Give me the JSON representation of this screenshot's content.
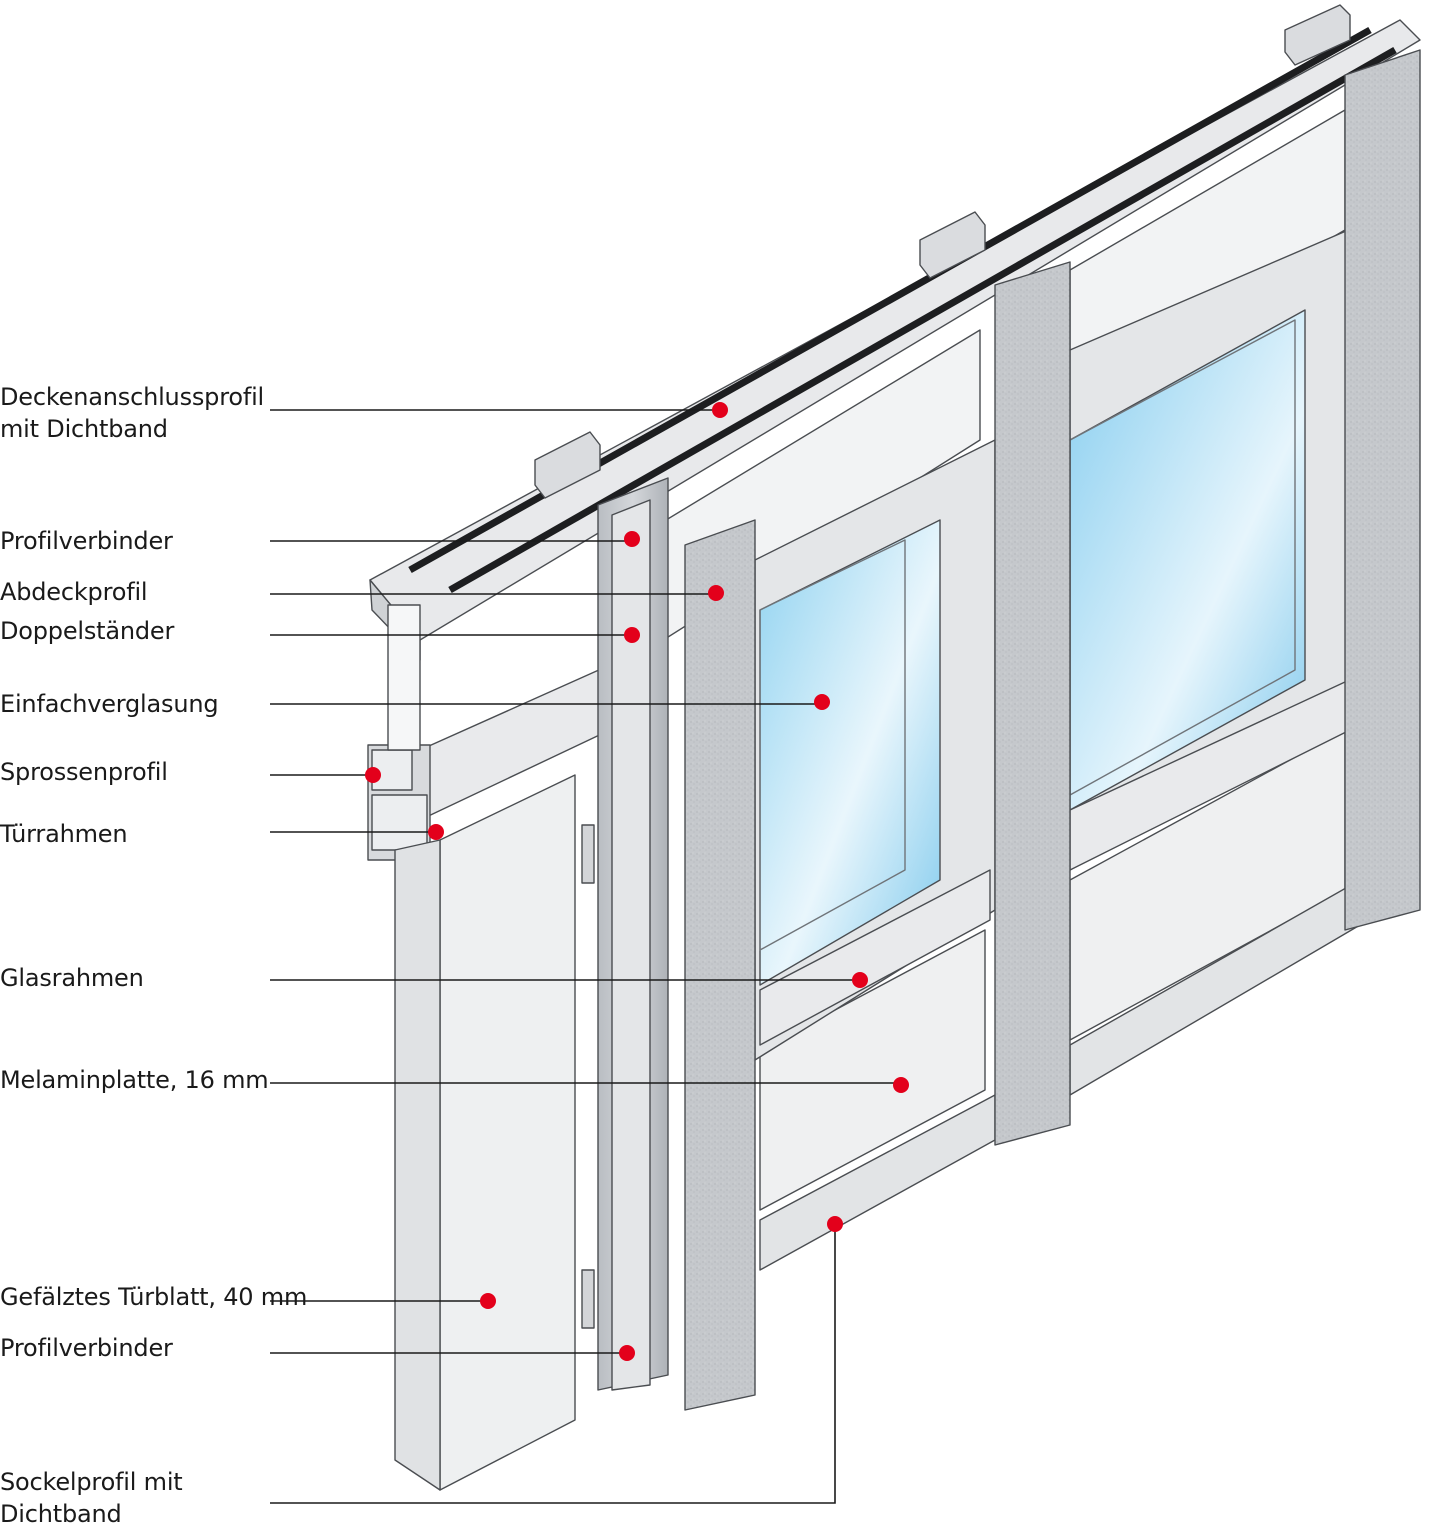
{
  "labels": [
    {
      "id": "deckenanschlussprofil",
      "lines": [
        "Deckenanschlussprofil",
        "mit Dichtband"
      ]
    },
    {
      "id": "profilverbinder-top",
      "lines": [
        "Profilverbinder"
      ]
    },
    {
      "id": "abdeckprofil",
      "lines": [
        "Abdeckprofil"
      ]
    },
    {
      "id": "doppelstaender",
      "lines": [
        "Doppelständer"
      ]
    },
    {
      "id": "einfachverglasung",
      "lines": [
        "Einfachverglasung"
      ]
    },
    {
      "id": "sprossenprofil",
      "lines": [
        "Sprossenprofil"
      ]
    },
    {
      "id": "tuerrahmen",
      "lines": [
        "Türrahmen"
      ]
    },
    {
      "id": "glasrahmen",
      "lines": [
        "Glasrahmen"
      ]
    },
    {
      "id": "melaminplatte",
      "lines": [
        "Melaminplatte, 16 mm"
      ]
    },
    {
      "id": "tuerblatt",
      "lines": [
        "Gefälztes Türblatt, 40 mm"
      ]
    },
    {
      "id": "profilverbinder-bottom",
      "lines": [
        "Profilverbinder"
      ]
    },
    {
      "id": "sockelprofil",
      "lines": [
        "Sockelprofil mit",
        "Dichtband"
      ]
    }
  ],
  "colors": {
    "marker": "#e3001b",
    "leader": "#1a1a1a",
    "aluminium": "#c9ccd0",
    "panel": "#eeeff0",
    "glass": "#a9dcf2"
  }
}
